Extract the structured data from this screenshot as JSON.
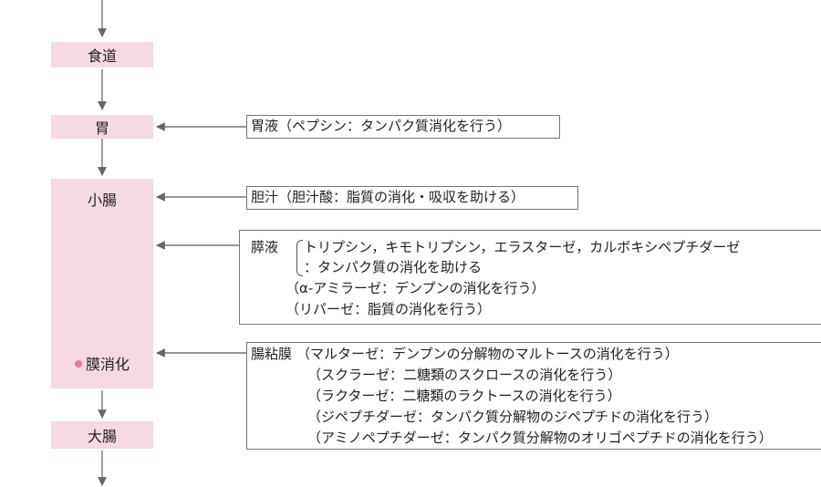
{
  "organs": {
    "esophagus": "食道",
    "stomach": "胃",
    "small_intestine": "小腸",
    "membrane_digestion": "膜消化",
    "large_intestine": "大腸"
  },
  "secretions": {
    "gastric": "胃液（ペプシン：タンパク質消化を行う）",
    "bile": "胆汁（胆汁酸：脂質の消化・吸収を助ける）",
    "pancreatic": {
      "head": "膵液",
      "line1": "トリプシン，キモトリプシン，エラスターゼ，カルボキシペプチダーゼ",
      "line2": "：タンパク質の消化を助ける",
      "line3": "（α-アミラーゼ：デンプンの消化を行う）",
      "line4": "（リパーゼ：脂質の消化を行う）"
    },
    "mucosa": {
      "head": "腸粘膜",
      "line1": "（マルターゼ：デンプンの分解物のマルトースの消化を行う）",
      "line2": "（スクラーゼ：二糖類のスクロースの消化を行う）",
      "line3": "（ラクターゼ：二糖類のラクトースの消化を行う）",
      "line4": "（ジペプチダーゼ：タンパク質分解物のジペプチドの消化を行う）",
      "line5": "（アミノペプチダーゼ：タンパク質分解物のオリゴペプチドの消化を行う）"
    }
  },
  "colors": {
    "organ_fill": "#f6d9e4",
    "dot": "#e8799f",
    "arrow": "#666666"
  }
}
